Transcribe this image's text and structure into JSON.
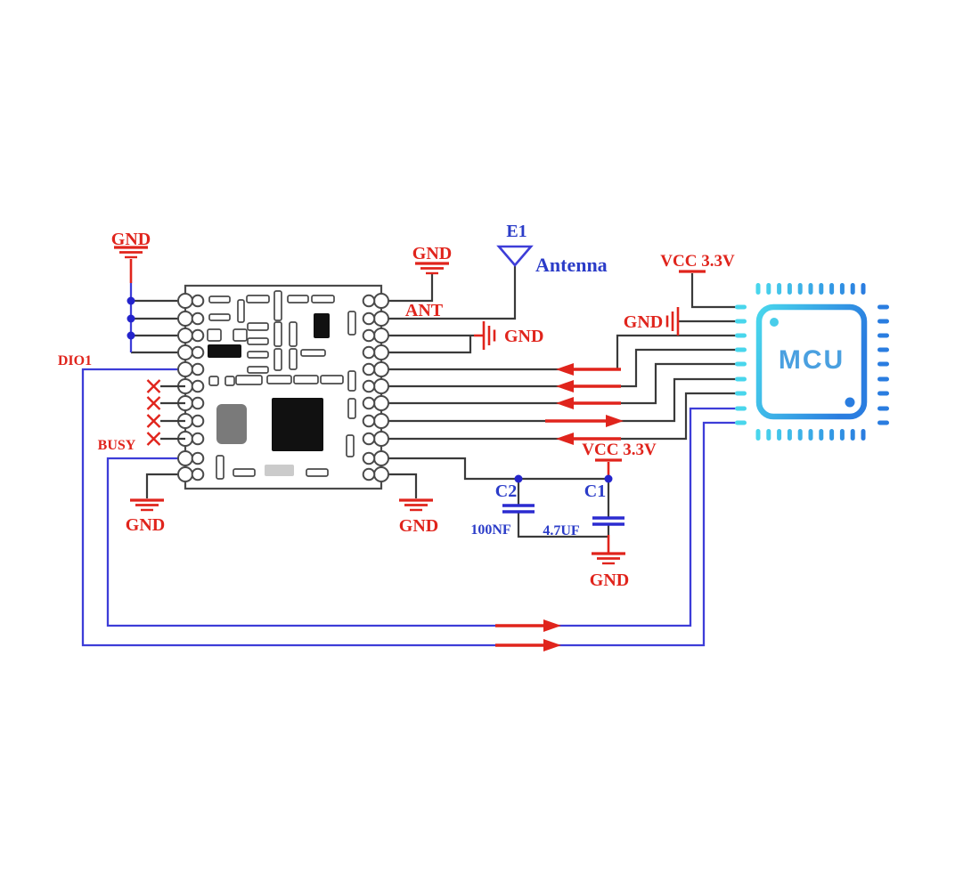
{
  "schematic": {
    "mcu": {
      "label": "MCU"
    },
    "module_pins": {
      "dio1": "DIO1",
      "busy": "BUSY",
      "ant": "ANT"
    },
    "antenna": {
      "ref": "E1",
      "name": "Antenna"
    },
    "power_labels": {
      "vcc_mcu": "VCC 3.3V",
      "vcc_cap": "VCC 3.3V"
    },
    "ground_labels": {
      "gnd_top_left": "GND",
      "gnd_module_top": "GND",
      "gnd_ant_side": "GND",
      "gnd_mcu": "GND",
      "gnd_bottom_left": "GND",
      "gnd_bottom_mid": "GND",
      "gnd_cap": "GND"
    },
    "capacitors": [
      {
        "ref": "C2",
        "value": "100NF"
      },
      {
        "ref": "C1",
        "value": "4.7UF"
      }
    ],
    "colors": {
      "red": "#e0241c",
      "blue_wire": "#3d3dd8",
      "blue_label": "#2b3cc8",
      "cap_plate": "#2b2bd0",
      "junction_dot": "#2424cc",
      "black_wire": "#3a3a3a",
      "module_outline": "#4a4a4a",
      "mcu_cyan": "#49d6ec",
      "mcu_blue": "#2a7de0",
      "mcu_text": "#4aa0e0"
    }
  }
}
